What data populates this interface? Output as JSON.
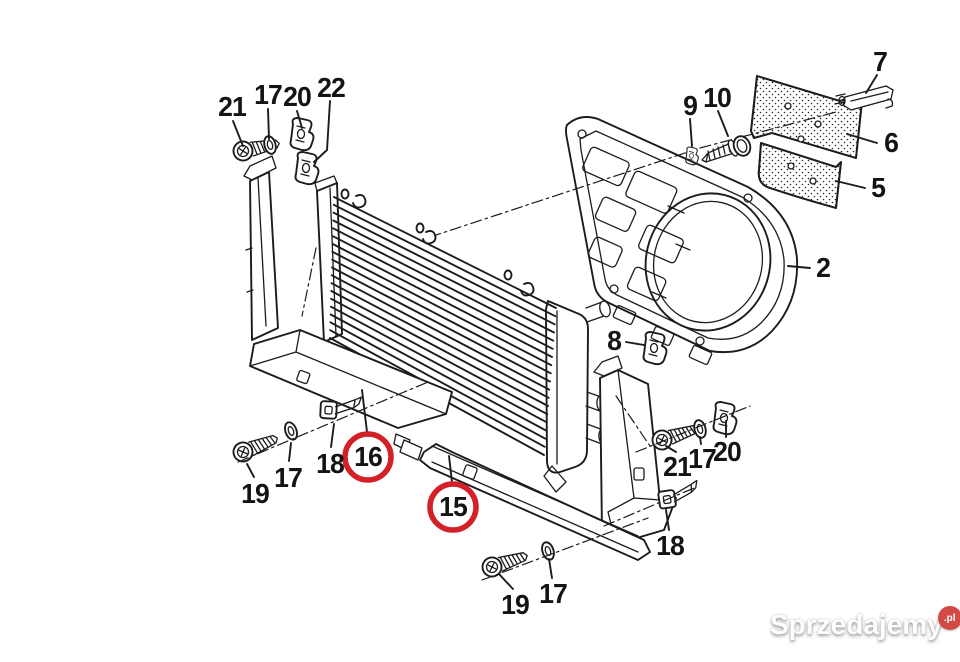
{
  "diagram": {
    "type": "exploded-parts-diagram",
    "background": "#ffffff",
    "line_color": "#1c1c1c",
    "highlight_color": "#d32127",
    "callouts": [
      {
        "label": "21",
        "circled": false
      },
      {
        "label": "17",
        "circled": false
      },
      {
        "label": "20",
        "circled": false
      },
      {
        "label": "22",
        "circled": false
      },
      {
        "label": "9",
        "circled": false
      },
      {
        "label": "10",
        "circled": false
      },
      {
        "label": "7",
        "circled": false
      },
      {
        "label": "6",
        "circled": false
      },
      {
        "label": "5",
        "circled": false
      },
      {
        "label": "2",
        "circled": false
      },
      {
        "label": "8",
        "circled": false
      },
      {
        "label": "16",
        "circled": true
      },
      {
        "label": "18",
        "circled": false
      },
      {
        "label": "17",
        "circled": false
      },
      {
        "label": "19",
        "circled": false
      },
      {
        "label": "15",
        "circled": true
      },
      {
        "label": "21",
        "circled": false
      },
      {
        "label": "17",
        "circled": false
      },
      {
        "label": "20",
        "circled": false
      },
      {
        "label": "18",
        "circled": false
      },
      {
        "label": "19",
        "circled": false
      },
      {
        "label": "17",
        "circled": false
      }
    ]
  },
  "watermark": {
    "text": "Sprzedajemy",
    "suffix": ".pl",
    "badge_color": "#d24a46",
    "text_color": "#fdfdfd"
  }
}
